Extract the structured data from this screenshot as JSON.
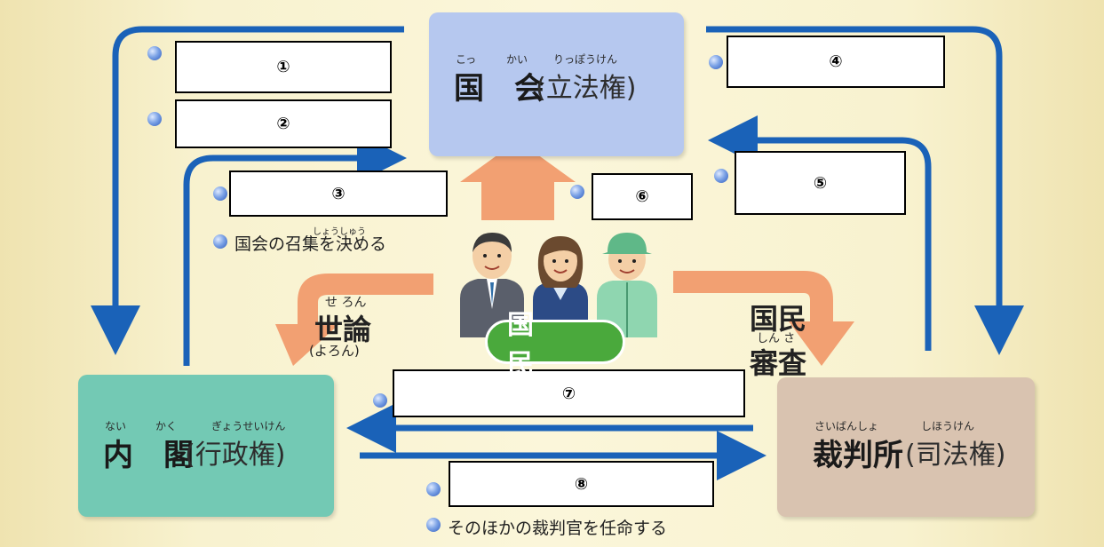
{
  "bodies": {
    "kokkai": {
      "name": "国　会",
      "paren": "(立法権)",
      "ruby_1": "こっ",
      "ruby_2": "かい",
      "ruby_3": "りっぽうけん"
    },
    "naikaku": {
      "name": "内　閣",
      "paren": "(行政権)",
      "ruby_1": "ない",
      "ruby_2": "かく",
      "ruby_3": "ぎょうせいけん"
    },
    "saibansho": {
      "name": "裁判所",
      "paren": "(司法権)",
      "ruby_1": "さいばんしょ",
      "ruby_2": "しほうけん"
    }
  },
  "blanks": [
    "①",
    "②",
    "③",
    "④",
    "⑤",
    "⑥",
    "⑦",
    "⑧"
  ],
  "visible_text": {
    "shoushu": "国会の召集を決める",
    "shoushu_ruby": "しょうしゅう",
    "sonohoka": "そのほかの裁判官を任命する"
  },
  "people": {
    "label": "国　民",
    "seron": "世論",
    "seron_ruby": "せ ろん",
    "seron_reading": "(よろん)",
    "shinsa_top": "国民",
    "shinsa_bottom": "審査",
    "shinsa_ruby": "しん さ"
  },
  "colors": {
    "arrow_blue": "#1a62b8",
    "arrow_orange": "#f2a072",
    "kokkai_box": "#b6c8ef",
    "naikaku_box": "#73c9b4",
    "saiban_box": "#d9c3b0",
    "kokumin_badge": "#4aa93c"
  }
}
